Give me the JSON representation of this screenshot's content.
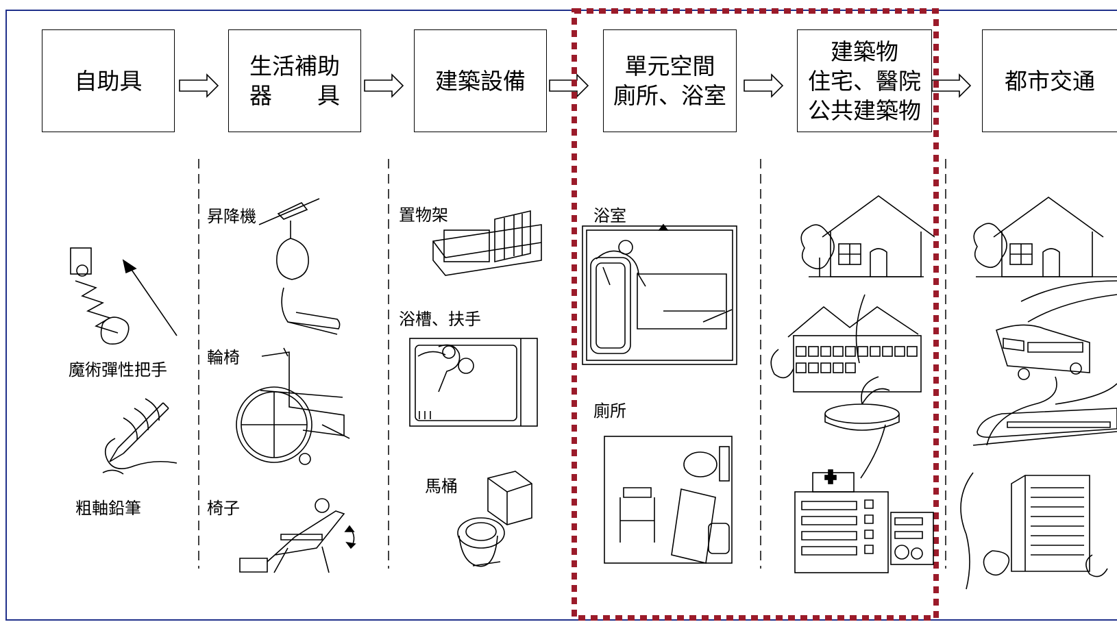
{
  "steps": [
    {
      "lines": [
        "自助具"
      ]
    },
    {
      "lines": [
        "生活補助",
        "器　　具"
      ]
    },
    {
      "lines": [
        "建築設備"
      ]
    },
    {
      "lines": [
        "單元空間",
        "廁所、浴室"
      ]
    },
    {
      "lines": [
        "建築物",
        "住宅、醫院",
        "公共建築物"
      ]
    },
    {
      "lines": [
        "都市交通"
      ]
    }
  ],
  "labels": {
    "self_help": {
      "magic_grip": "魔術彈性把手",
      "thick_pencil": "粗軸鉛筆"
    },
    "aids": {
      "lift": "昇降機",
      "wheelchair": "輪椅",
      "chair": "椅子"
    },
    "equipment": {
      "shelf": "置物架",
      "tub_rail": "浴槽、扶手",
      "toilet": "馬桶"
    },
    "unit_space": {
      "bathroom": "浴室",
      "toilet_room": "廁所"
    }
  },
  "colors": {
    "highlight": "#9b1b2a",
    "frame": "#1f2f8a",
    "line": "#000000"
  }
}
